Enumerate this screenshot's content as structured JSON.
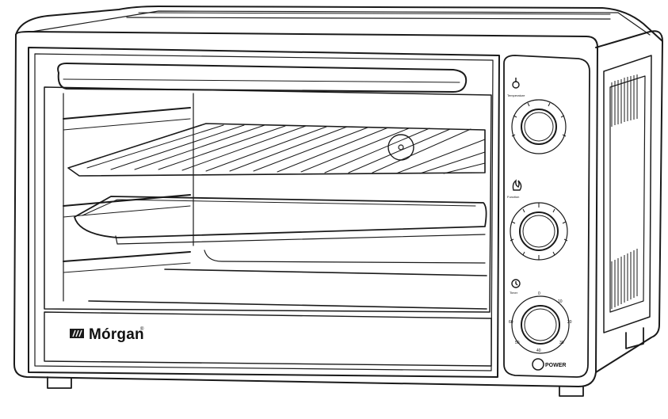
{
  "brand": {
    "name": "Mórgan",
    "registered": "®"
  },
  "controls": {
    "temperature": {
      "label": "Temperature",
      "icon": "thermostat-icon"
    },
    "function": {
      "label": "Function",
      "icon": "flame-icon"
    },
    "timer": {
      "label": "Timer",
      "icon": "timer-icon",
      "ticks": [
        "0",
        "10",
        "20",
        "30",
        "40",
        "50",
        "60"
      ]
    },
    "power": {
      "label": "POWER"
    }
  },
  "colors": {
    "line": "#1a1a1a",
    "body": "#ffffff"
  }
}
